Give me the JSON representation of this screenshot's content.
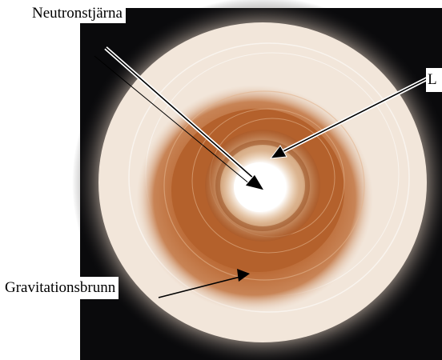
{
  "diagram": {
    "labels": {
      "neutron_star": "Neutronstjärna",
      "light": "L",
      "gravity_well": "Gravitationsbrunn"
    },
    "colors": {
      "space": "#0a0a0c",
      "halo": "#f4ece4",
      "orange_ring": "#b8642e",
      "inner_ring": "#e2c6a6",
      "core": "#ffffff",
      "arrow": "#000000",
      "arrow_outline": "#ffffff"
    }
  }
}
